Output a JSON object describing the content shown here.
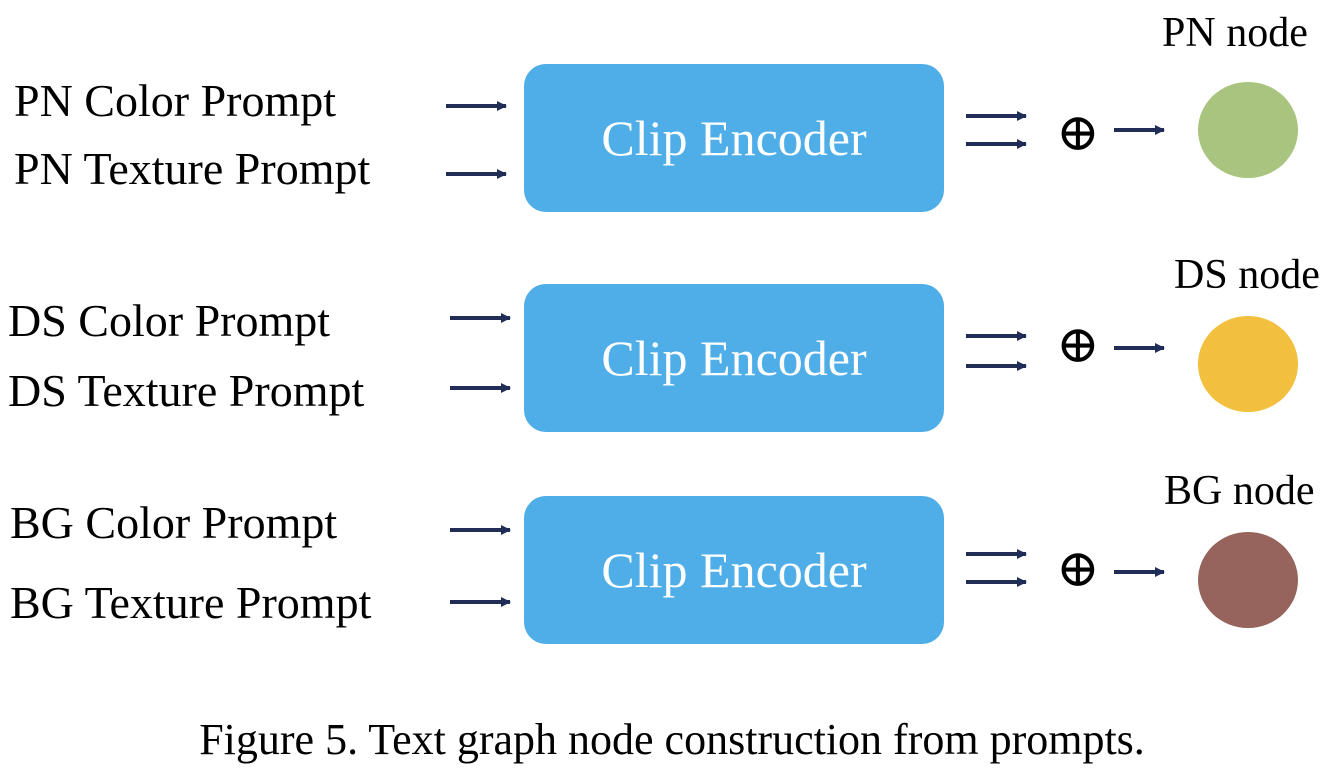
{
  "rows": [
    {
      "color_prompt": "PN Color Prompt",
      "texture_prompt": "PN Texture Prompt",
      "encoder_label": "Clip Encoder",
      "node_label": "PN node",
      "node_color": "#a8c47f"
    },
    {
      "color_prompt": "DS Color Prompt",
      "texture_prompt": "DS Texture Prompt",
      "encoder_label": "Clip Encoder",
      "node_label": "DS node",
      "node_color": "#f3bf3f"
    },
    {
      "color_prompt": "BG Color Prompt",
      "texture_prompt": "BG Texture Prompt",
      "encoder_label": "Clip Encoder",
      "node_label": "BG node",
      "node_color": "#96635d"
    }
  ],
  "sum_symbol": "⊕",
  "colors": {
    "encoder": "#4faee8",
    "arrow": "#1f2d57"
  },
  "caption": "Figure 5. Text graph node construction from prompts."
}
